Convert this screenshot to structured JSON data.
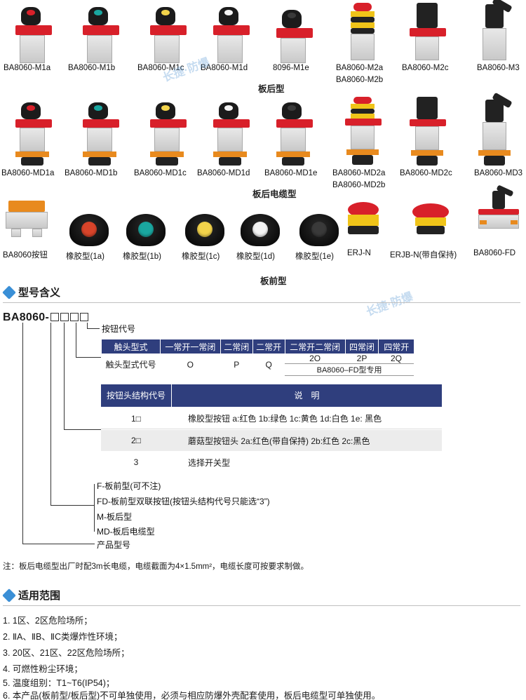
{
  "row1": {
    "labels": [
      "BA8060-M1a",
      "BA8060-M1b",
      "BA8060-M1c",
      "BA8060-M1d",
      "8096-M1e",
      "BA8060-M2a",
      "BA8060-M2c",
      "BA8060-M3"
    ],
    "extra_label": "BA8060-M2b",
    "group": "板后型"
  },
  "row2": {
    "labels": [
      "BA8060-MD1a",
      "BA8060-MD1b",
      "BA8060-MD1c",
      "BA8060-MD1d",
      "BA8060-MD1e",
      "BA8060-MD2a",
      "BA8060-MD2c",
      "BA8060-MD3"
    ],
    "extra_label": "BA8060-MD2b",
    "group": "板后电缆型"
  },
  "row3": {
    "labels": [
      "BA8060按钮",
      "橡胶型(1a)",
      "橡胶型(1b)",
      "橡胶型(1c)",
      "橡胶型(1d)",
      "橡胶型(1e)",
      "ERJ-N",
      "ERJB-N(带自保持)",
      "BA8060-FD"
    ],
    "group": "板前型"
  },
  "colors": {
    "red": "#d8202a",
    "green": "#1aa7a0",
    "yellow": "#f2d34b",
    "white": "#f4f4f4",
    "black": "#1b1b1b",
    "header_blue": "#2f3e7d",
    "accent_blue": "#3a8fd6"
  },
  "section1": {
    "title": "型号含义",
    "icon": "diamond-icon"
  },
  "model": {
    "prefix": "BA8060-"
  },
  "code_label": "按钮代号",
  "contact_table": {
    "header": [
      "触头型式",
      "一常开一常闭",
      "二常闭",
      "二常开",
      "二常开二常闭",
      "四常闭",
      "四常开"
    ],
    "codes": [
      "触头型式代号",
      "O",
      "P",
      "Q",
      "2O",
      "2P",
      "2Q"
    ],
    "fd_note": "BA8060–FD型专用"
  },
  "head_table": {
    "header": [
      "按钮头结构代号",
      "说　明"
    ],
    "rows": [
      {
        "code": "1□",
        "desc": "橡胶型按钮   a:红色  1b:绿色   1c:黄色   1d:白色   1e: 黑色"
      },
      {
        "code": "2□",
        "desc": "蘑菇型按钮头   2a:红色(带自保持)   2b:红色   2c:黑色"
      },
      {
        "code": "3",
        "desc": "选择开关型"
      }
    ]
  },
  "mount_types": [
    "F-板前型(可不注)",
    "FD-板前型双联按钮(按钮头结构代号只能选“3”)",
    "M-板后型",
    "MD-板后电缆型",
    "产品型号"
  ],
  "note": "注：板后电缆型出厂时配3m长电缆，电缆截面为4×1.5mm²，电缆长度可按要求制做。",
  "section2": {
    "title": "适用范围",
    "icon": "diamond-icon"
  },
  "applications": [
    "1. 1区、2区危险场所；",
    "2. ⅡA、ⅡB、ⅡC类爆炸性环境；",
    "3. 20区、21区、22区危险场所；",
    "4. 可燃性粉尘环境；",
    "5. 温度组别：T1~T6(IP54)；",
    "6. 本产品(板前型/板后型)不可单独使用，必须与相应防爆外壳配套使用，板后电缆型可单独使用。"
  ],
  "watermark": "长捷·防爆"
}
